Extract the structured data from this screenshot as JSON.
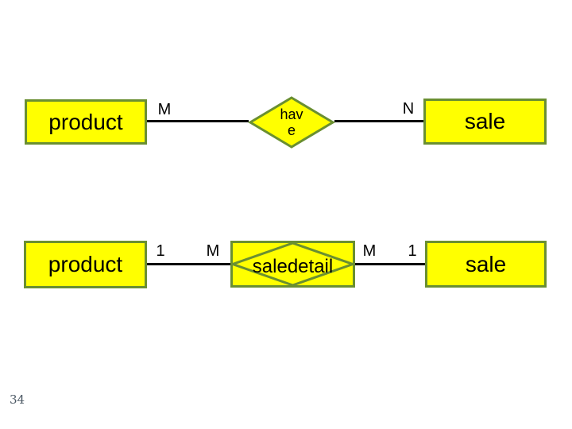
{
  "slide": {
    "page_number": "34"
  },
  "colors": {
    "entity_fill": "#ffff00",
    "shape_border": "#6a8f31",
    "connector": "#000000",
    "page_number_text": "#4a5763"
  },
  "diagram": {
    "top_relationship": {
      "left_entity": "product",
      "left_cardinality": "M",
      "relationship_line1": "hav",
      "relationship_line2": "e",
      "right_cardinality": "N",
      "right_entity": "sale"
    },
    "bottom_relationship": {
      "left_entity": "product",
      "outer_left_cardinality": "1",
      "inner_left_cardinality": "M",
      "associative_entity": "saledetail",
      "inner_right_cardinality": "M",
      "outer_right_cardinality": "1",
      "right_entity": "sale"
    }
  }
}
